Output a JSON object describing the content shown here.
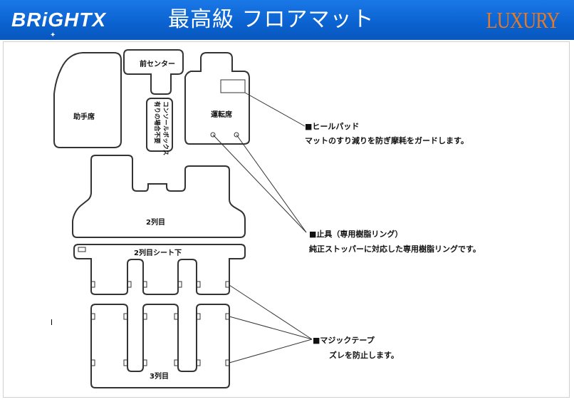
{
  "header": {
    "brand": "BRiGHTX",
    "title": "最高級 フロアマット",
    "luxury": "LUXURY"
  },
  "diagram": {
    "passenger_seat": "助手席",
    "front_center": "前センター",
    "console_line1": "コンソールボックス",
    "console_line2": "有りの場合不要",
    "driver_seat": "運転席",
    "second_row": "2列目",
    "second_row_under": "2列目シート下",
    "third_row": "3列目"
  },
  "notes": {
    "heel_pad_title": "■ヒールパッド",
    "heel_pad_desc": "マットのすり減りを防ぎ摩耗をガードします。",
    "stopper_title": "■止具（専用樹脂リング）",
    "stopper_desc": "純正ストッパーに対応した専用樹脂リングです。",
    "magic_tape_title": "■マジックテープ",
    "magic_tape_desc": "ズレを防止します。"
  },
  "colors": {
    "header_blue": "#0a62d0",
    "luxury_orange": "#e37a2a"
  }
}
